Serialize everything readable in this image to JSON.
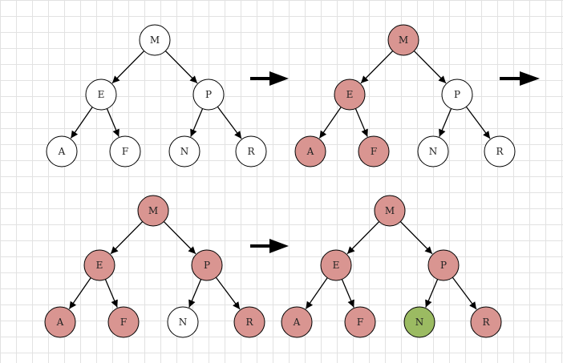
{
  "colors": {
    "unvisited": "#ffffff",
    "visited": "#d99591",
    "found": "#9bbb62",
    "stroke": "#000000"
  },
  "trees": [
    {
      "name": "tree-step-1",
      "nodes": [
        {
          "id": "M",
          "label": "M",
          "state": "unvisited"
        },
        {
          "id": "E",
          "label": "E",
          "state": "unvisited"
        },
        {
          "id": "P",
          "label": "P",
          "state": "unvisited"
        },
        {
          "id": "A",
          "label": "A",
          "state": "unvisited"
        },
        {
          "id": "F",
          "label": "F",
          "state": "unvisited"
        },
        {
          "id": "N",
          "label": "N",
          "state": "unvisited"
        },
        {
          "id": "R",
          "label": "R",
          "state": "unvisited"
        }
      ]
    },
    {
      "name": "tree-step-2",
      "nodes": [
        {
          "id": "M",
          "label": "M",
          "state": "visited"
        },
        {
          "id": "E",
          "label": "E",
          "state": "visited"
        },
        {
          "id": "P",
          "label": "P",
          "state": "unvisited"
        },
        {
          "id": "A",
          "label": "A",
          "state": "visited"
        },
        {
          "id": "F",
          "label": "F",
          "state": "visited"
        },
        {
          "id": "N",
          "label": "N",
          "state": "unvisited"
        },
        {
          "id": "R",
          "label": "R",
          "state": "unvisited"
        }
      ]
    },
    {
      "name": "tree-step-3",
      "nodes": [
        {
          "id": "M",
          "label": "M",
          "state": "visited"
        },
        {
          "id": "E",
          "label": "E",
          "state": "visited"
        },
        {
          "id": "P",
          "label": "P",
          "state": "visited"
        },
        {
          "id": "A",
          "label": "A",
          "state": "visited"
        },
        {
          "id": "F",
          "label": "F",
          "state": "visited"
        },
        {
          "id": "N",
          "label": "N",
          "state": "unvisited"
        },
        {
          "id": "R",
          "label": "R",
          "state": "visited"
        }
      ]
    },
    {
      "name": "tree-step-4",
      "nodes": [
        {
          "id": "M",
          "label": "M",
          "state": "visited"
        },
        {
          "id": "E",
          "label": "E",
          "state": "visited"
        },
        {
          "id": "P",
          "label": "P",
          "state": "visited"
        },
        {
          "id": "A",
          "label": "A",
          "state": "visited"
        },
        {
          "id": "F",
          "label": "F",
          "state": "visited"
        },
        {
          "id": "N",
          "label": "N",
          "state": "found"
        },
        {
          "id": "R",
          "label": "R",
          "state": "visited"
        }
      ]
    }
  ],
  "edges": [
    [
      "M",
      "E"
    ],
    [
      "M",
      "P"
    ],
    [
      "E",
      "A"
    ],
    [
      "E",
      "F"
    ],
    [
      "P",
      "N"
    ],
    [
      "P",
      "R"
    ]
  ]
}
